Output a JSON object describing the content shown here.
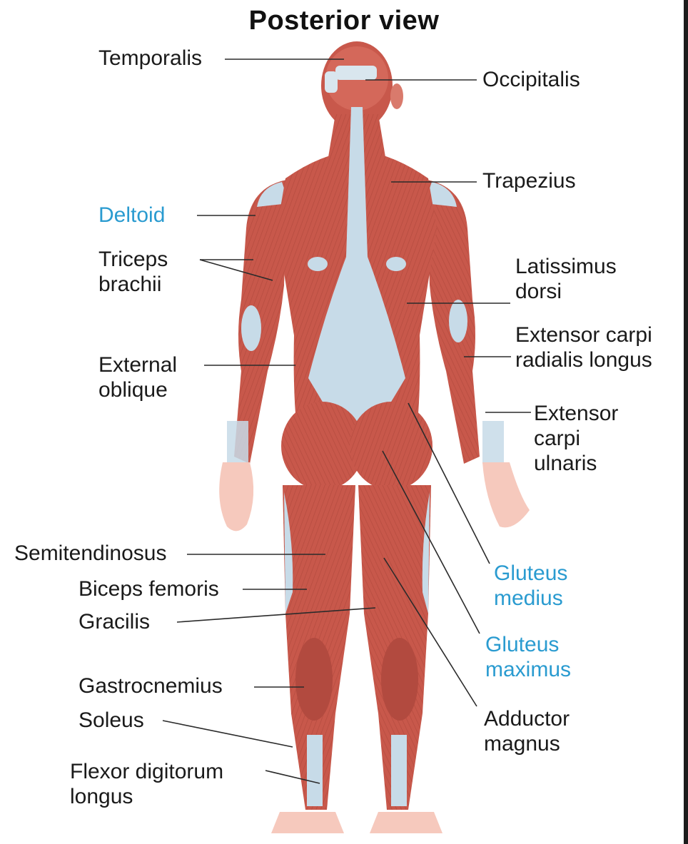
{
  "title": "Posterior view",
  "colors": {
    "muscle": "#c8584b",
    "muscle_dark": "#a84136",
    "tendon": "#c7dbe8",
    "skin": "#f6c9bd",
    "label_highlight": "#2a9bd0",
    "label_default": "#1a1a1a"
  },
  "labels": {
    "temporalis": "Temporalis",
    "occipitalis": "Occipitalis",
    "trapezius": "Trapezius",
    "deltoid": "Deltoid",
    "triceps_brachii": "Triceps\nbrachii",
    "latissimus_dorsi": "Latissimus\ndorsi",
    "extensor_carpi_radialis_longus": "Extensor carpi\nradialis longus",
    "external_oblique": "External\noblique",
    "extensor_carpi_ulnaris": "Extensor\ncarpi\nulnaris",
    "semitendinosus": "Semitendinosus",
    "biceps_femoris": "Biceps femoris",
    "gracilis": "Gracilis",
    "gluteus_medius": "Gluteus\nmedius",
    "gluteus_maximus": "Gluteus\nmaximus",
    "gastrocnemius": "Gastrocnemius",
    "soleus": "Soleus",
    "adductor_magnus": "Adductor\nmagnus",
    "flexor_digitorum_longus": "Flexor digitorum\nlongus"
  }
}
